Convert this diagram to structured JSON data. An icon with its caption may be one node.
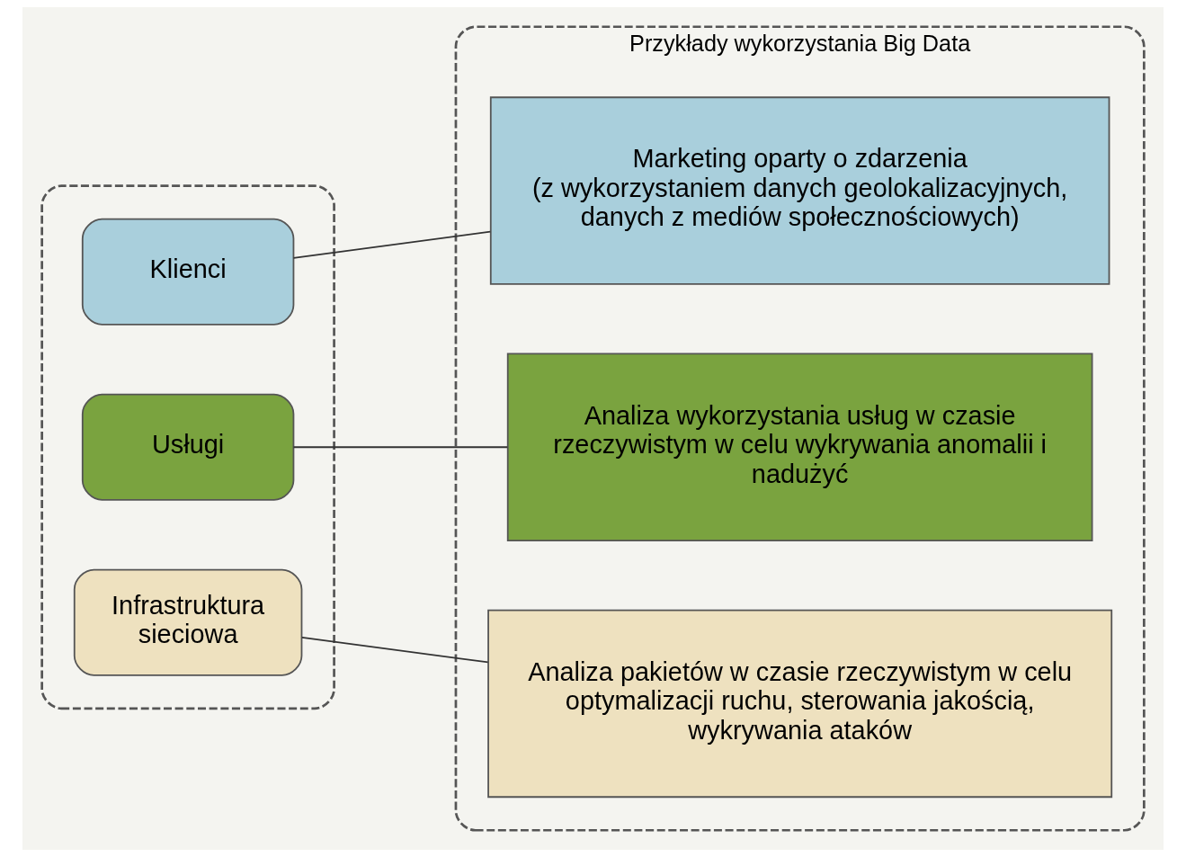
{
  "diagram": {
    "nodes": [
      {
        "text": [],
        "shape": "box"
      },
      {
        "text": [
          "Klienci"
        ],
        "in": 0
      },
      {
        "text": [
          "Usługi"
        ],
        "in": 0
      },
      {
        "text": [
          "Infrastruktura sieciowa"
        ],
        "in": 0
      },
      {
        "text": [
          "Przykłady wykorzystania Big Data"
        ]
      },
      {
        "text": [
          "Marketing oparty o zdarzenia",
          "(z wykorzystaniem danych geolokalizacyjnych, danych z mediów społecznościowych)"
        ],
        "in": 4
      },
      {
        "text": [
          "Analiza wykorzystania usług w czasie rzeczywistym w celu wykrywania anomalii i nadużyć"
        ],
        "in": 4
      },
      {
        "text": [
          "Analiza pakietów w czasie rzeczywistym w celu optymalizacji ruchu, sterowania jakością, wykrywania ataków"
        ],
        "in": 4
      }
    ],
    "edges": [
      {
        "from": 1,
        "to": 5,
        "arrow": "none"
      },
      {
        "from": 2,
        "to": 6,
        "arrow": "none"
      },
      {
        "from": 3,
        "to": 7,
        "arrow": "none"
      }
    ]
  }
}
